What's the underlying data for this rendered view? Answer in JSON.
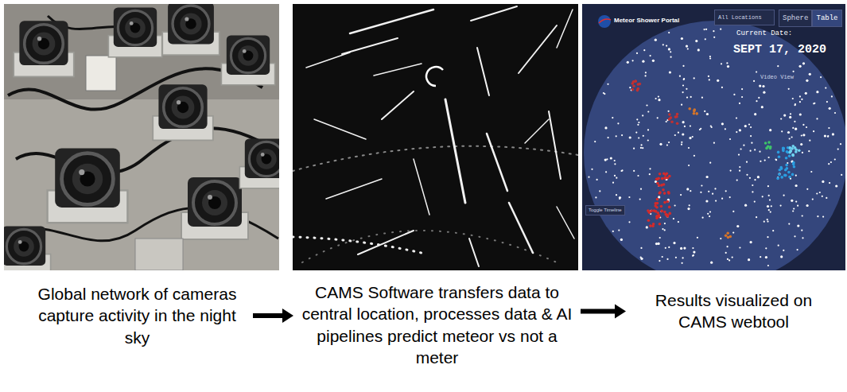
{
  "diagram": {
    "nodes": [
      {
        "text": [
          "Global network of cameras capture activity in the night sky"
        ]
      },
      {
        "text": [
          "CAMS Software transfers data to central location, processes data & AI pipelines predict meteor vs not a meter"
        ]
      },
      {
        "text": [
          "Results visualized on CAMS webtool"
        ]
      }
    ],
    "edges": [
      {
        "from": 0,
        "to": 1,
        "arrow": "to"
      },
      {
        "from": 1,
        "to": 2,
        "arrow": "to"
      }
    ],
    "labels": [
      "Meteor Shower Portal",
      "All Locations",
      "Sphere",
      "Table",
      "Current Date:",
      "SEPT 17, 2020",
      "Video View",
      "Toggle Timeline"
    ]
  }
}
